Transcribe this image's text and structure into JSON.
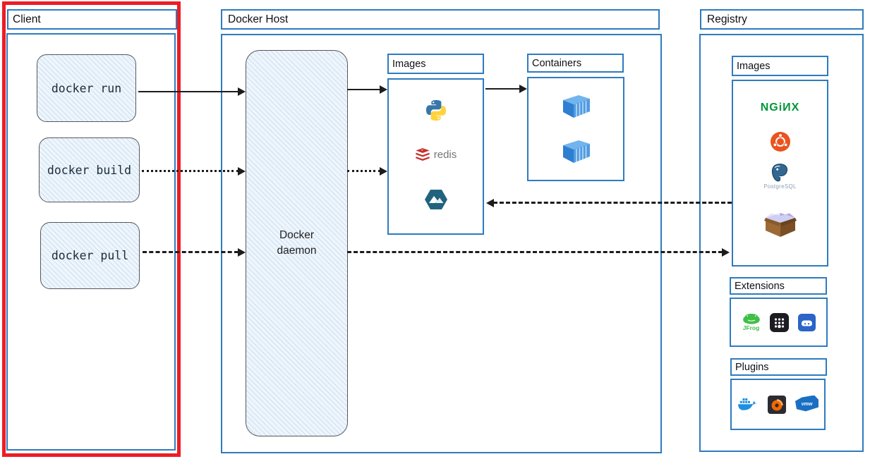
{
  "client": {
    "title": "Client",
    "commands": [
      {
        "label": "docker run"
      },
      {
        "label": "docker build"
      },
      {
        "label": "docker pull"
      }
    ]
  },
  "docker_host": {
    "title": "Docker Host",
    "daemon_label": "Docker daemon",
    "images_panel": {
      "title": "Images",
      "icons": [
        "python",
        "redis",
        "alpine"
      ],
      "redis_label": "redis"
    },
    "containers_panel": {
      "title": "Containers",
      "icons": [
        "container",
        "container"
      ]
    }
  },
  "registry": {
    "title": "Registry",
    "images_panel": {
      "title": "Images",
      "icons": [
        "nginx",
        "ubuntu",
        "postgresql",
        "busybox"
      ],
      "nginx_label": "NGiИX",
      "postgresql_label": "PostgreSQL"
    },
    "extensions_panel": {
      "title": "Extensions",
      "icons": [
        "jfrog",
        "dot-grid-app",
        "disk-app"
      ],
      "jfrog_label": "JFrog"
    },
    "plugins_panel": {
      "title": "Plugins",
      "icons": [
        "docker-whale",
        "grafana",
        "vmware"
      ],
      "vmware_label": "vmw"
    }
  },
  "connections": [
    {
      "from": "docker run",
      "to": "Docker daemon",
      "style": "solid"
    },
    {
      "from": "docker build",
      "to": "Docker daemon",
      "style": "dotted"
    },
    {
      "from": "docker pull",
      "to": "Docker daemon",
      "style": "dashed"
    },
    {
      "from": "Docker daemon",
      "to": "Docker Host Images",
      "style": "solid"
    },
    {
      "from": "Docker daemon",
      "to": "Docker Host Images",
      "style": "dotted"
    },
    {
      "from": "Docker Host Images",
      "to": "Containers",
      "style": "solid"
    },
    {
      "from": "Registry Images",
      "to": "Docker Host Images",
      "style": "dashed"
    },
    {
      "from": "Docker daemon",
      "to": "Registry Images",
      "style": "dashed"
    }
  ],
  "colors": {
    "panel_blue": "#2e7bbf",
    "highlight_red": "#ee1c24",
    "arrow_ink": "#1c1c1c",
    "sketch_fill": "#eef5fc",
    "sketch_stroke": "#55585c",
    "nginx_green": "#009639",
    "ubuntu_orange": "#e95420",
    "redis_red": "#c6302b",
    "python_blue": "#3776ab",
    "python_yellow": "#ffd43b",
    "alpine_blue": "#21637f",
    "container_blue": "#4f9ce2",
    "docker_blue": "#1d90e0",
    "jfrog_green": "#40be46",
    "grafana_orange": "#f46800",
    "vmware_blue": "#1a6fc4",
    "postgres_blue": "#336791"
  }
}
